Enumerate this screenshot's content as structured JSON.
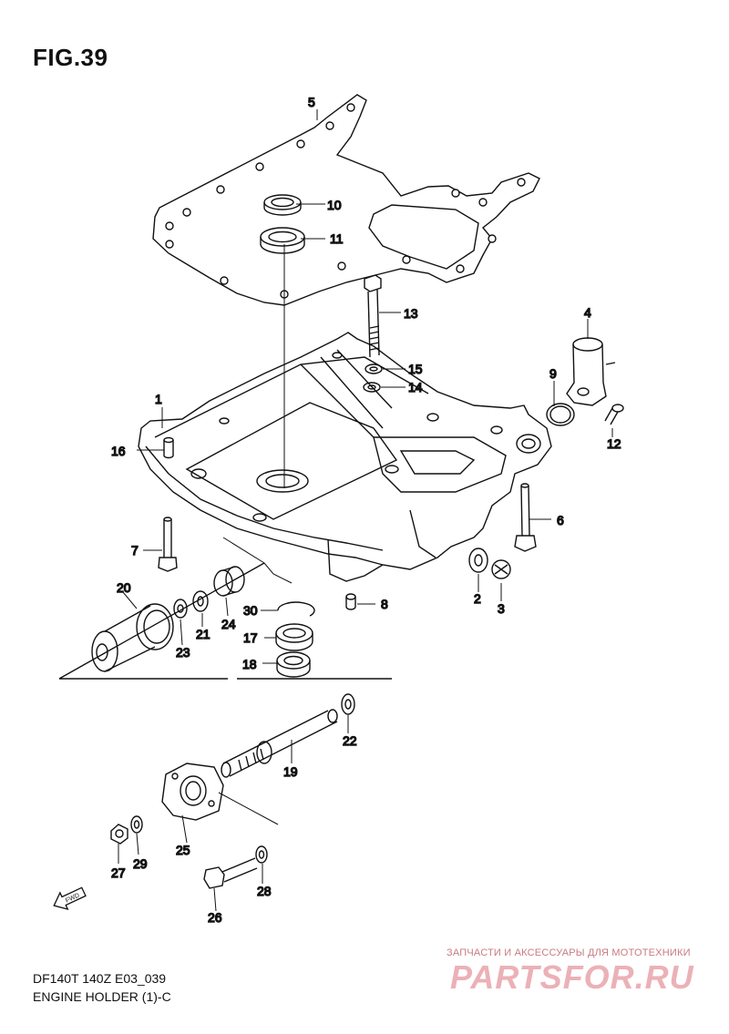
{
  "figure": {
    "title": "FIG.39"
  },
  "footer": {
    "code": "DF140T 140Z E03_039",
    "name": "ENGINE HOLDER (1)-C"
  },
  "fwd_badge": "FWD",
  "watermark": {
    "tagline": "ЗАПЧАСТИ И АКСЕССУАРЫ ДЛЯ МОТОТЕХНИКИ",
    "logo": "PARTSFOR.RU"
  },
  "callouts": {
    "c1": "1",
    "c2": "2",
    "c3": "3",
    "c4": "4",
    "c5": "5",
    "c6": "6",
    "c7": "7",
    "c8": "8",
    "c9": "9",
    "c10": "10",
    "c11": "11",
    "c12": "12",
    "c13": "13",
    "c14": "14",
    "c15": "15",
    "c16": "16",
    "c17": "17",
    "c18": "18",
    "c19": "19",
    "c20": "20",
    "c21": "21",
    "c22": "22",
    "c23": "23",
    "c24": "24",
    "c25": "25",
    "c26": "26",
    "c27": "27",
    "c28": "28",
    "c29": "29",
    "c30": "30"
  }
}
